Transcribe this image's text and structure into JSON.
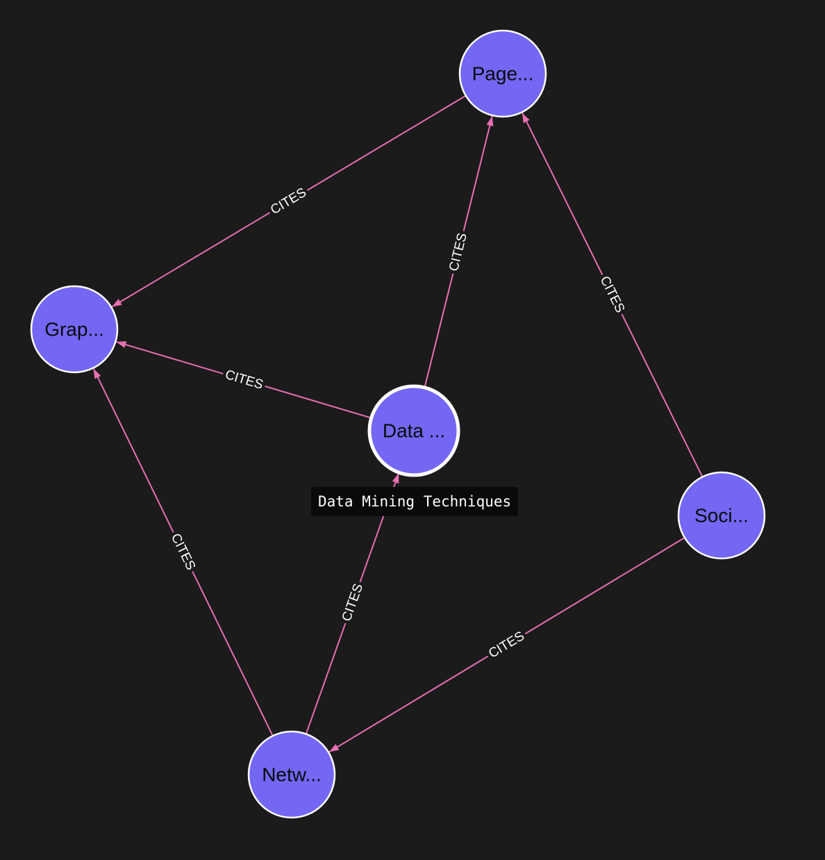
{
  "graph": {
    "colors": {
      "background": "#1b1b1c",
      "node_fill": "#7367f4",
      "node_stroke": "#ffffff",
      "edge": "#e86fb2",
      "tooltip_bg": "#0a0a0a"
    },
    "nodes": [
      {
        "id": "page",
        "label": "Page..."
      },
      {
        "id": "grap",
        "label": "Grap..."
      },
      {
        "id": "data",
        "label": "Data ...",
        "selected": true
      },
      {
        "id": "soci",
        "label": "Soci..."
      },
      {
        "id": "netw",
        "label": "Netw..."
      }
    ],
    "edges": [
      {
        "source": "page",
        "target": "grap",
        "label": "CITES"
      },
      {
        "source": "data",
        "target": "page",
        "label": "CITES"
      },
      {
        "source": "soci",
        "target": "page",
        "label": "CITES"
      },
      {
        "source": "data",
        "target": "grap",
        "label": "CITES"
      },
      {
        "source": "netw",
        "target": "grap",
        "label": "CITES"
      },
      {
        "source": "netw",
        "target": "data",
        "label": "CITES"
      },
      {
        "source": "soci",
        "target": "netw",
        "label": "CITES"
      }
    ],
    "tooltip": {
      "text": "Data Mining Techniques"
    }
  }
}
